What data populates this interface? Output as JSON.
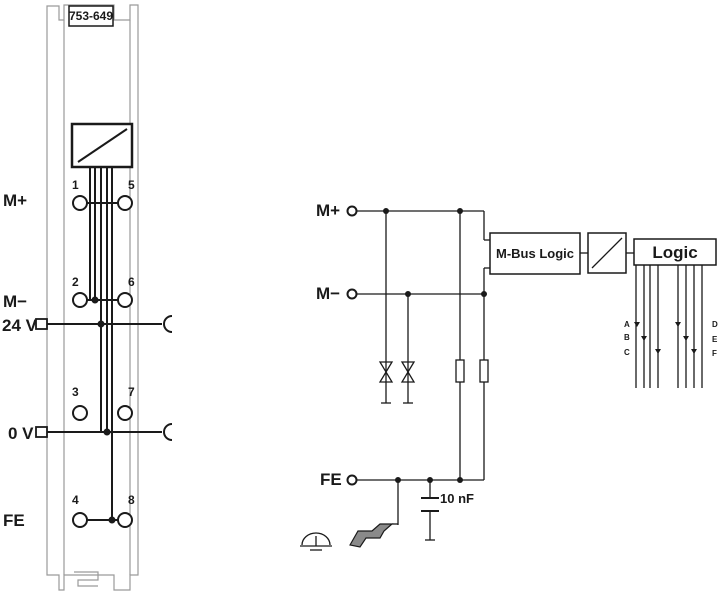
{
  "module": {
    "part_number": "753-649",
    "left_labels": {
      "m_plus": "M+",
      "m_minus": "M−",
      "v24": "24 V",
      "v0": "0 V",
      "fe": "FE"
    },
    "terminal_numbers": [
      "1",
      "5",
      "2",
      "6",
      "3",
      "7",
      "4",
      "8"
    ]
  },
  "schematic": {
    "m_plus": "M+",
    "m_minus": "M−",
    "fe": "FE",
    "capacitor": "10 nF",
    "mbus_block": "M-Bus Logic",
    "logic_block": "Logic",
    "led_labels_left": [
      "A",
      "B",
      "C"
    ],
    "led_labels_right": [
      "D",
      "E",
      "F"
    ]
  }
}
